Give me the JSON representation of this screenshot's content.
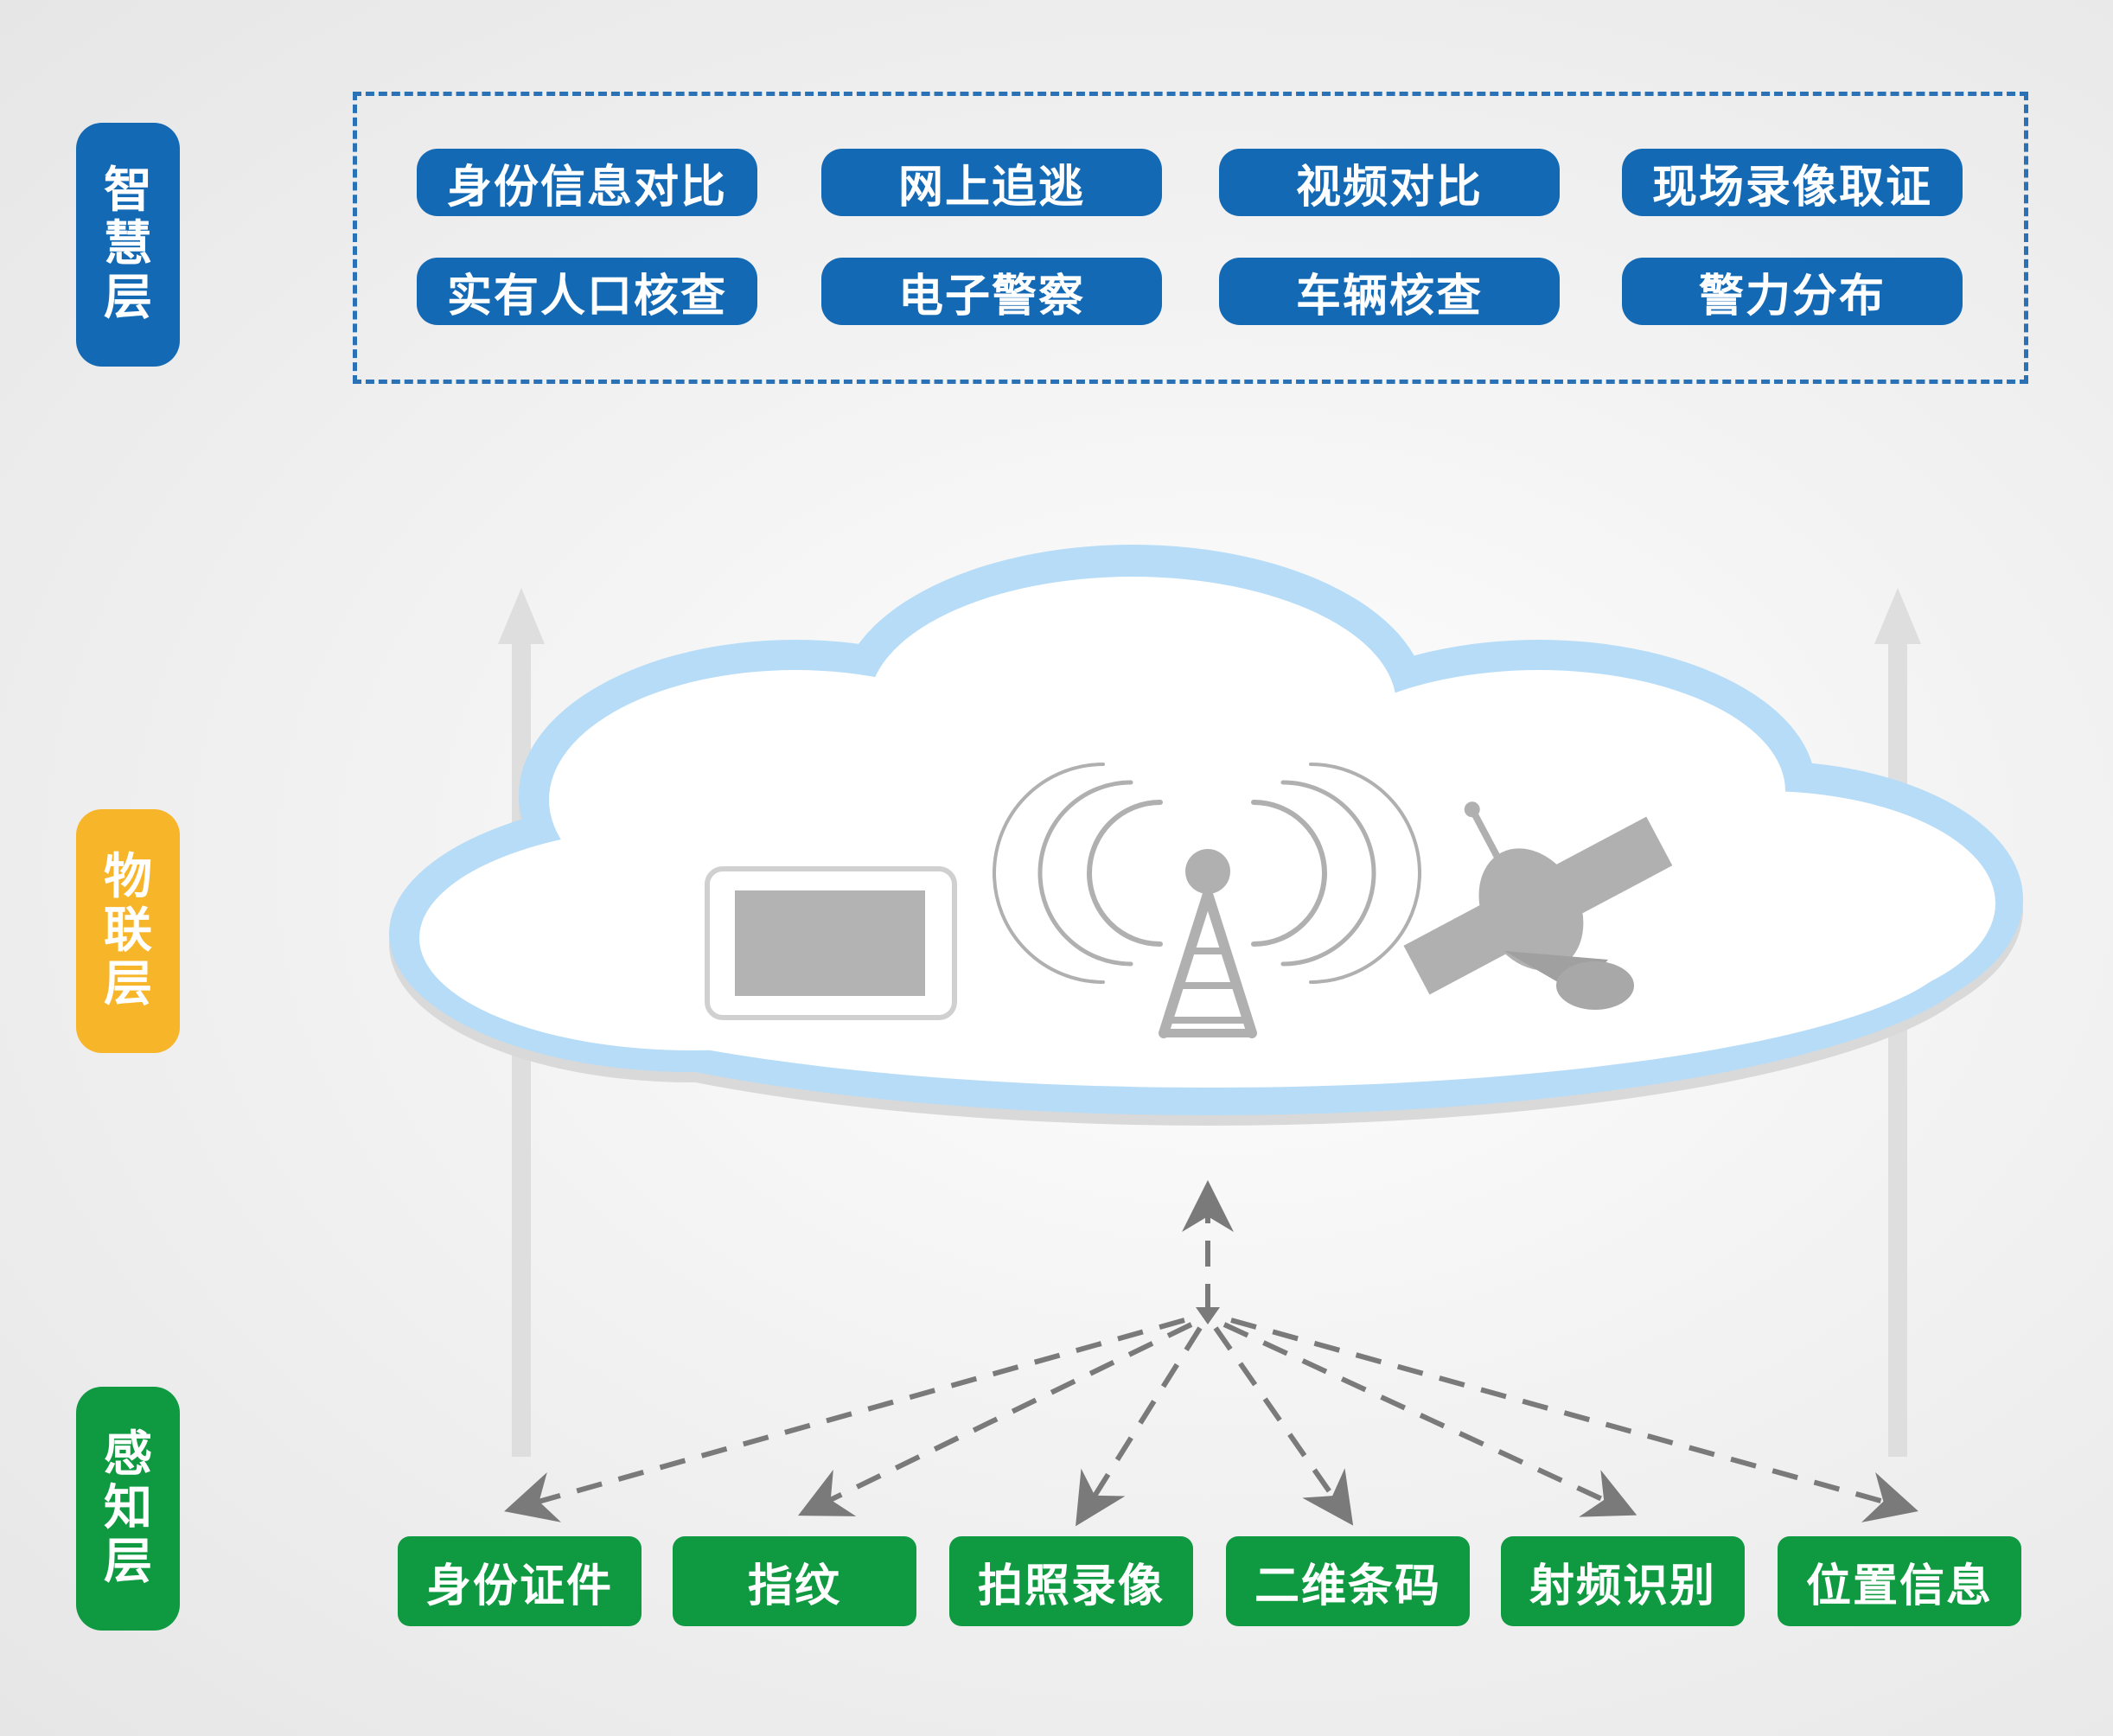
{
  "layers": {
    "smart": "智慧层",
    "iot": "物联层",
    "sense": "感知层"
  },
  "smart_functions": [
    "身份信息对比",
    "网上追逃",
    "视频对比",
    "现场录像取证",
    "实有人口核查",
    "电子警察",
    "车辆核查",
    "警力分布"
  ],
  "sensors": [
    "身份证件",
    "指纹",
    "拍照录像",
    "二维条码",
    "射频识别",
    "位置信息"
  ],
  "colors": {
    "blue": "#1469b4",
    "orange": "#f7b52a",
    "green": "#0f9a42",
    "cloud_edge": "#b6dcf7",
    "icon_gray": "#b0b0b0"
  },
  "icons": [
    "tablet-icon",
    "antenna-tower-icon",
    "satellite-icon"
  ]
}
